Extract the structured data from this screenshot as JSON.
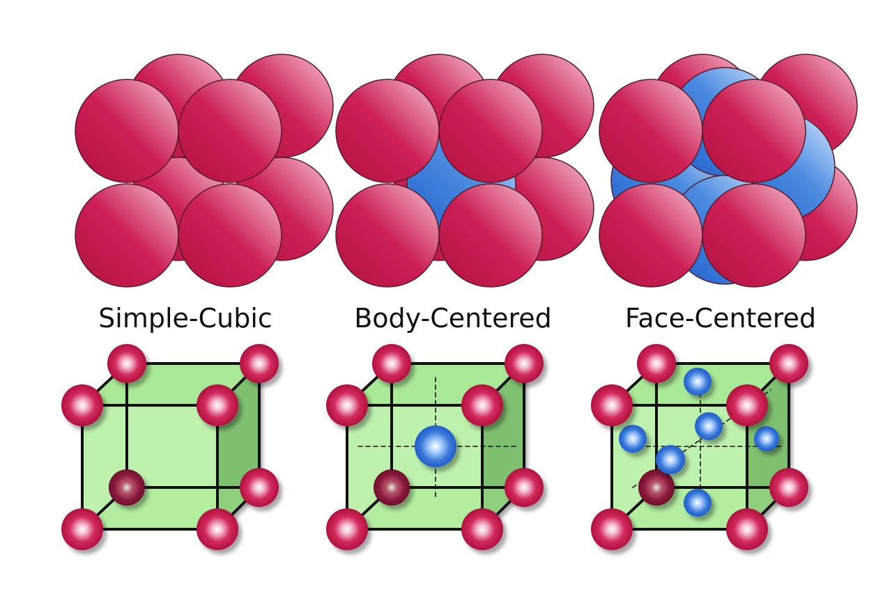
{
  "colors": {
    "red_atom": "#c2184a",
    "red_atom_highlight": "#f4c2d2",
    "blue_atom": "#3a78d8",
    "blue_atom_highlight": "#cfe3ff",
    "cube_face_front": "#b6f0a4",
    "cube_face_side": "#7fbf6f",
    "cube_edge": "#111111",
    "atom_outline": "#5a1a2a"
  },
  "structures": [
    {
      "id": "simple-cubic",
      "label": "Simple-Cubic",
      "icon": "space-filling-atom-packing",
      "unit_cell_icon": "cube-unit-cell",
      "corner_atoms": 8,
      "body_center_atom": false,
      "face_center_atoms": 0
    },
    {
      "id": "body-centered",
      "label": "Body-Centered",
      "icon": "space-filling-atom-packing",
      "unit_cell_icon": "cube-unit-cell",
      "corner_atoms": 8,
      "body_center_atom": true,
      "face_center_atoms": 0
    },
    {
      "id": "face-centered",
      "label": "Face-Centered",
      "icon": "space-filling-atom-packing",
      "unit_cell_icon": "cube-unit-cell",
      "corner_atoms": 8,
      "body_center_atom": false,
      "face_center_atoms": 6
    }
  ]
}
